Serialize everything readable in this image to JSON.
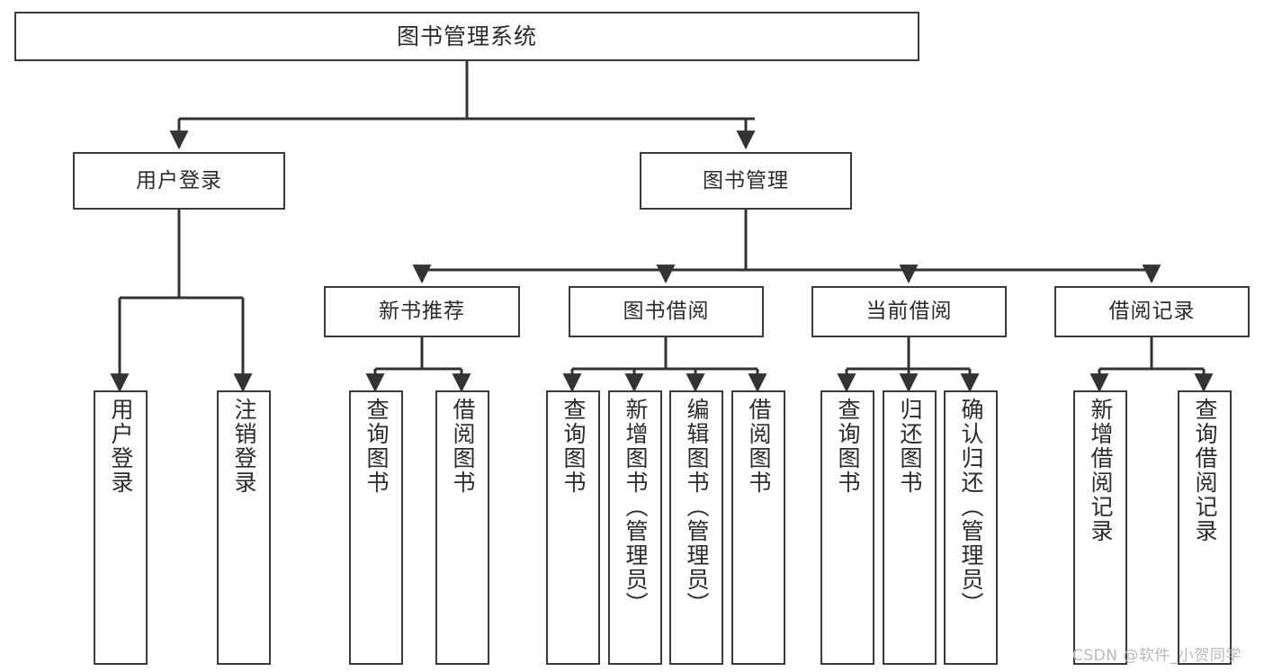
{
  "diagram": {
    "title": "图书管理系统",
    "type": "tree-structure-chart",
    "watermark": "CSDN @软件_小贺同学",
    "colors": {
      "background": "#ffffff",
      "border": "#3a3a3a",
      "text": "#2b2b2b",
      "connector": "#333333",
      "watermark": "#b9b9b9"
    },
    "nodes": {
      "root": {
        "label": "图书管理系统"
      },
      "level2": [
        {
          "id": "user-login",
          "label": "用户登录"
        },
        {
          "id": "book-manage",
          "label": "图书管理"
        }
      ],
      "level3": [
        {
          "id": "new-book-recommend",
          "label": "新书推荐"
        },
        {
          "id": "book-borrow",
          "label": "图书借阅"
        },
        {
          "id": "current-borrow",
          "label": "当前借阅"
        },
        {
          "id": "borrow-record",
          "label": "借阅记录"
        }
      ],
      "leaves": [
        {
          "id": "leaf-user-login",
          "parent": "user-login",
          "label": "用户登录"
        },
        {
          "id": "leaf-logout-login",
          "parent": "user-login",
          "label": "注销登录"
        },
        {
          "id": "leaf-query-book-1",
          "parent": "new-book-recommend",
          "label": "查询图书"
        },
        {
          "id": "leaf-borrow-book-1",
          "parent": "new-book-recommend",
          "label": "借阅图书"
        },
        {
          "id": "leaf-query-book-2",
          "parent": "book-borrow",
          "label": "查询图书"
        },
        {
          "id": "leaf-add-book-admin",
          "parent": "book-borrow",
          "label": "新增图书（管理员）"
        },
        {
          "id": "leaf-edit-book-admin",
          "parent": "book-borrow",
          "label": "编辑图书（管理员）"
        },
        {
          "id": "leaf-borrow-book-2",
          "parent": "book-borrow",
          "label": "借阅图书"
        },
        {
          "id": "leaf-query-book-3",
          "parent": "current-borrow",
          "label": "查询图书"
        },
        {
          "id": "leaf-return-book",
          "parent": "current-borrow",
          "label": "归还图书"
        },
        {
          "id": "leaf-confirm-return-admin",
          "parent": "current-borrow",
          "label": "确认归还（管理员）"
        },
        {
          "id": "leaf-add-borrow-record",
          "parent": "borrow-record",
          "label": "新增借阅记录"
        },
        {
          "id": "leaf-query-borrow-record",
          "parent": "borrow-record",
          "label": "查询借阅记录"
        }
      ]
    }
  }
}
